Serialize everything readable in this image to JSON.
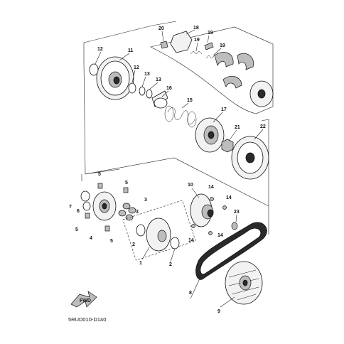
{
  "diagram_code": "5RUD010-D140",
  "fwd_label": "FWD",
  "callouts": [
    {
      "id": "c1",
      "text": "1"
    },
    {
      "id": "c2",
      "text": "2"
    },
    {
      "id": "c2b",
      "text": "2"
    },
    {
      "id": "c3",
      "text": "3"
    },
    {
      "id": "c3b",
      "text": "3"
    },
    {
      "id": "c4",
      "text": "4"
    },
    {
      "id": "c5a",
      "text": "5"
    },
    {
      "id": "c5b",
      "text": "5"
    },
    {
      "id": "c5c",
      "text": "5"
    },
    {
      "id": "c5d",
      "text": "5"
    },
    {
      "id": "c6",
      "text": "6"
    },
    {
      "id": "c7",
      "text": "7"
    },
    {
      "id": "c8",
      "text": "8"
    },
    {
      "id": "c9",
      "text": "9"
    },
    {
      "id": "c10",
      "text": "10"
    },
    {
      "id": "c11",
      "text": "11"
    },
    {
      "id": "c12a",
      "text": "12"
    },
    {
      "id": "c12b",
      "text": "12"
    },
    {
      "id": "c13a",
      "text": "13"
    },
    {
      "id": "c13b",
      "text": "13"
    },
    {
      "id": "c14a",
      "text": "14"
    },
    {
      "id": "c14b",
      "text": "14"
    },
    {
      "id": "c14c",
      "text": "14"
    },
    {
      "id": "c14d",
      "text": "14"
    },
    {
      "id": "c15",
      "text": "15"
    },
    {
      "id": "c16",
      "text": "16"
    },
    {
      "id": "c17",
      "text": "17"
    },
    {
      "id": "c18",
      "text": "18"
    },
    {
      "id": "c19a",
      "text": "19"
    },
    {
      "id": "c19b",
      "text": "19"
    },
    {
      "id": "c19c",
      "text": "19"
    },
    {
      "id": "c20",
      "text": "20"
    },
    {
      "id": "c21",
      "text": "21"
    },
    {
      "id": "c22",
      "text": "22"
    },
    {
      "id": "c23",
      "text": "23"
    }
  ]
}
